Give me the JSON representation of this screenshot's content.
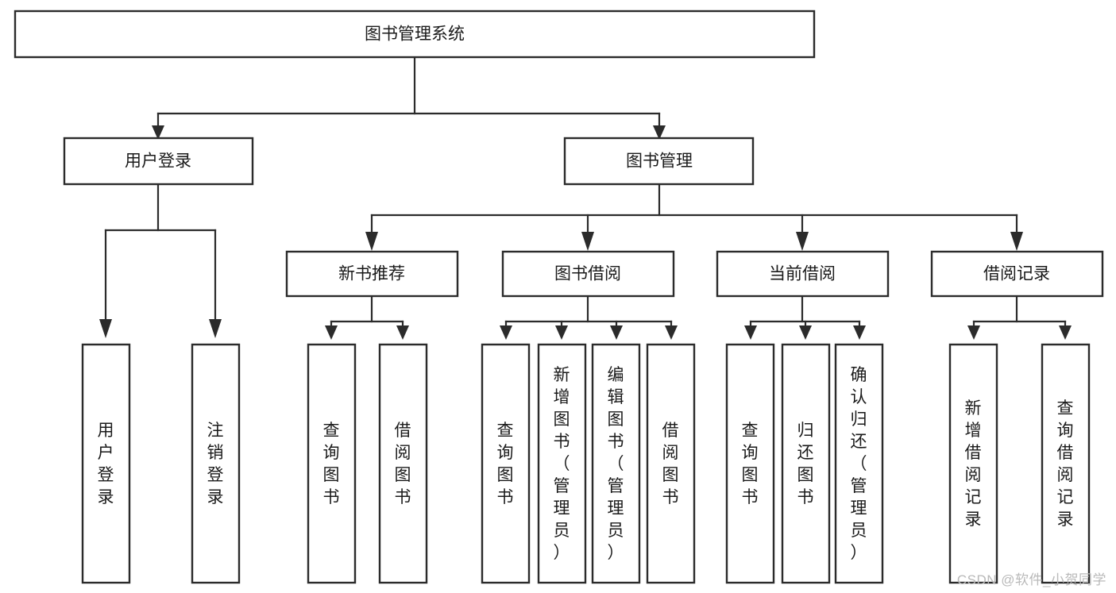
{
  "diagram": {
    "title": "图书管理系统",
    "type": "hierarchy-tree",
    "watermark": "CSDN @软件_小贺同学",
    "colors": {
      "stroke": "#2b2b2b",
      "fill": "#ffffff",
      "text": "#1a1a1a",
      "watermark": "#b9b9b9"
    },
    "levels": {
      "root": {
        "label": "图书管理系统"
      },
      "level1": [
        {
          "label": "用户登录"
        },
        {
          "label": "图书管理"
        }
      ],
      "level2": [
        {
          "label": "新书推荐"
        },
        {
          "label": "图书借阅"
        },
        {
          "label": "当前借阅"
        },
        {
          "label": "借阅记录"
        }
      ],
      "leaves": {
        "user_login": [
          {
            "label": "用户登录"
          },
          {
            "label": "注销登录"
          }
        ],
        "new_book_recommend": [
          {
            "label": "查询图书"
          },
          {
            "label": "借阅图书"
          }
        ],
        "book_borrow": [
          {
            "label": "查询图书"
          },
          {
            "label": "新增图书（管理员）"
          },
          {
            "label": "编辑图书（管理员）"
          },
          {
            "label": "借阅图书"
          }
        ],
        "current_borrow": [
          {
            "label": "查询图书"
          },
          {
            "label": "归还图书"
          },
          {
            "label": "确认归还（管理员）"
          }
        ],
        "borrow_record": [
          {
            "label": "新增借阅记录"
          },
          {
            "label": "查询借阅记录"
          }
        ]
      }
    }
  }
}
